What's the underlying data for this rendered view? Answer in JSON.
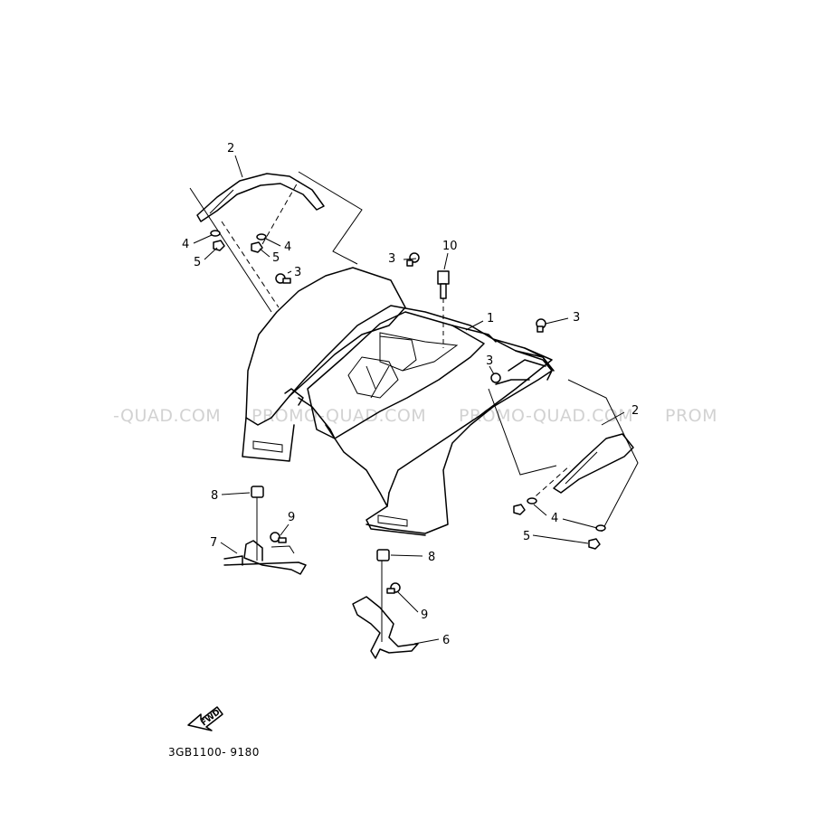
{
  "diagram": {
    "reference_code": "3GB1100- 9180",
    "direction_label": "FWD",
    "watermarks": [
      "-QUAD.COM",
      "PROMO-QUAD.COM",
      "PROMO-QUAD.COM",
      "PROM"
    ],
    "callouts": [
      {
        "id": "c1",
        "label": "1"
      },
      {
        "id": "c2a",
        "label": "2"
      },
      {
        "id": "c2b",
        "label": "2"
      },
      {
        "id": "c3a",
        "label": "3"
      },
      {
        "id": "c3b",
        "label": "3"
      },
      {
        "id": "c3c",
        "label": "3"
      },
      {
        "id": "c3d",
        "label": "3"
      },
      {
        "id": "c4a",
        "label": "4"
      },
      {
        "id": "c4b",
        "label": "4"
      },
      {
        "id": "c4c",
        "label": "4"
      },
      {
        "id": "c5a",
        "label": "5"
      },
      {
        "id": "c5b",
        "label": "5"
      },
      {
        "id": "c5c",
        "label": "5"
      },
      {
        "id": "c6",
        "label": "6"
      },
      {
        "id": "c7",
        "label": "7"
      },
      {
        "id": "c8a",
        "label": "8"
      },
      {
        "id": "c8b",
        "label": "8"
      },
      {
        "id": "c9a",
        "label": "9"
      },
      {
        "id": "c9b",
        "label": "9"
      },
      {
        "id": "c10",
        "label": "10"
      }
    ]
  }
}
